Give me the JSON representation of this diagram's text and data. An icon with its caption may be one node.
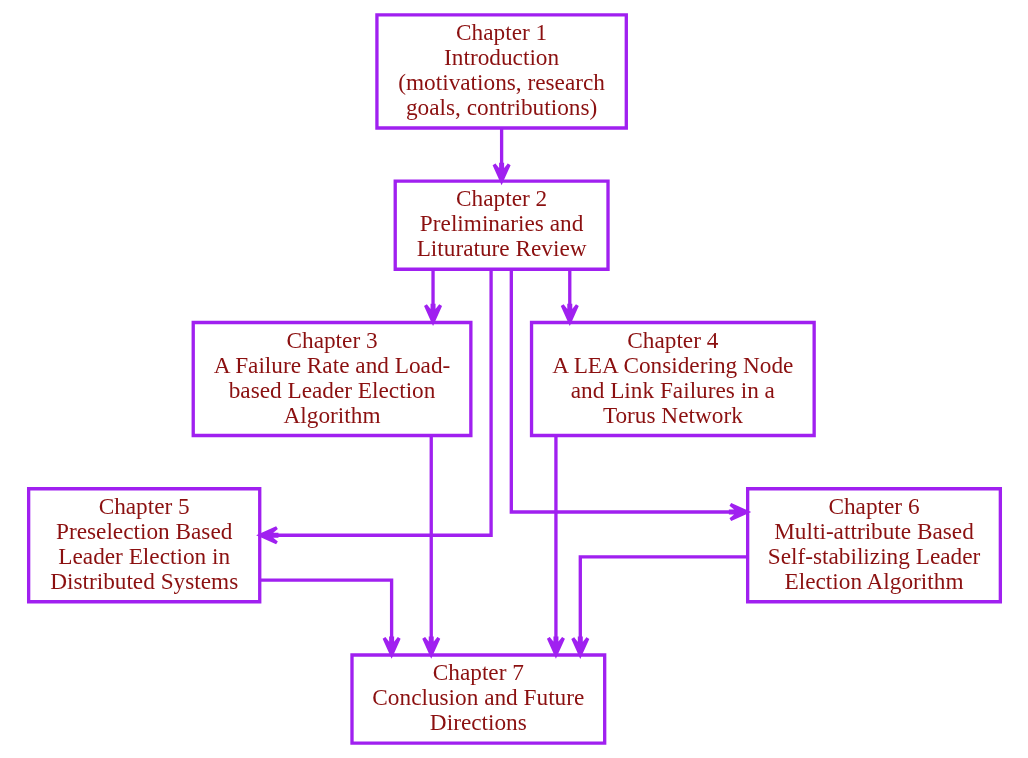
{
  "diagram": {
    "nodes": [
      {
        "text": [
          "Chapter 1",
          "Introduction (motivations, research goals, contributions)"
        ]
      },
      {
        "text": [
          "Chapter 2",
          "Preliminaries and Liturature Review"
        ]
      },
      {
        "text": [
          "Chapter 3",
          "A Failure Rate and Load-based Leader Election Algorithm"
        ]
      },
      {
        "text": [
          "Chapter 4",
          "A LEA Considering Node and Link Failures in a Torus Network"
        ]
      },
      {
        "text": [
          "Chapter 5",
          "Preselection Based Leader Election in Distributed Systems"
        ]
      },
      {
        "text": [
          "Chapter 6",
          "Multi-attribute Based Self-stabilizing Leader Election Algorithm"
        ]
      },
      {
        "text": [
          "Chapter 7",
          "Conclusion and Future Directions"
        ]
      }
    ],
    "edges": [
      {
        "from": 0,
        "to": 1,
        "arrow": "to"
      },
      {
        "from": 1,
        "to": 2,
        "arrow": "to"
      },
      {
        "from": 1,
        "to": 3,
        "arrow": "to"
      },
      {
        "from": 1,
        "to": 4,
        "arrow": "to"
      },
      {
        "from": 1,
        "to": 5,
        "arrow": "to"
      },
      {
        "from": 2,
        "to": 6,
        "arrow": "to"
      },
      {
        "from": 3,
        "to": 6,
        "arrow": "to"
      },
      {
        "from": 4,
        "to": 6,
        "arrow": "to"
      },
      {
        "from": 5,
        "to": 6,
        "arrow": "to"
      }
    ]
  }
}
